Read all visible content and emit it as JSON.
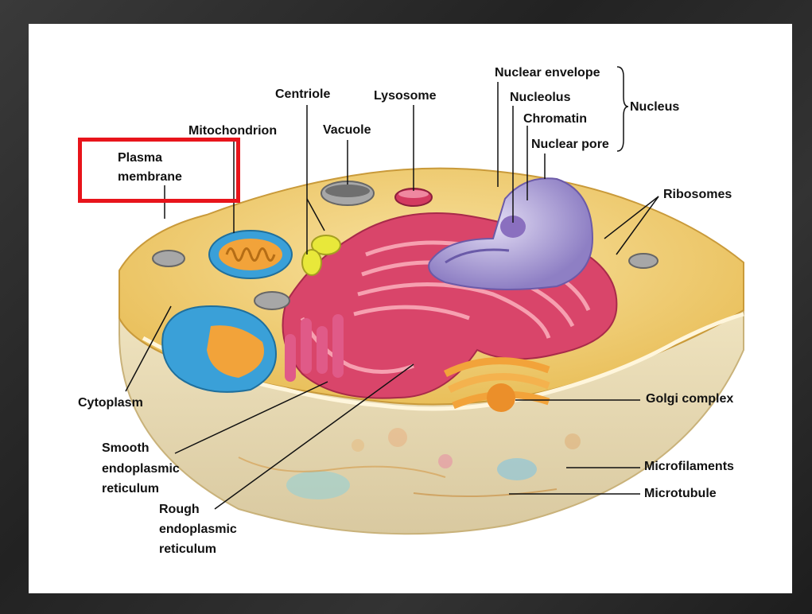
{
  "labels": {
    "plasma_membrane_1": "Plasma",
    "plasma_membrane_2": "membrane",
    "mitochondrion": "Mitochondrion",
    "centriole": "Centriole",
    "vacuole": "Vacuole",
    "lysosome": "Lysosome",
    "nuclear_envelope": "Nuclear envelope",
    "nucleolus": "Nucleolus",
    "chromatin": "Chromatin",
    "nuclear_pore": "Nuclear pore",
    "nucleus": "Nucleus",
    "ribosomes": "Ribosomes",
    "cytoplasm": "Cytoplasm",
    "smooth_er_1": "Smooth",
    "smooth_er_2": "endoplasmic",
    "smooth_er_3": "reticulum",
    "rough_er_1": "Rough",
    "rough_er_2": "endoplasmic",
    "rough_er_3": "reticulum",
    "golgi": "Golgi complex",
    "microfilaments": "Microfilaments",
    "microtubule": "Microtubule"
  },
  "colors": {
    "highlight": "#e8141b",
    "cytoplasm": "#f3d37a",
    "nucleus": "#9a8ad0",
    "rough_er": "#d9456a",
    "golgi": "#f0a030",
    "mitochondria": "#3aa0d8"
  }
}
